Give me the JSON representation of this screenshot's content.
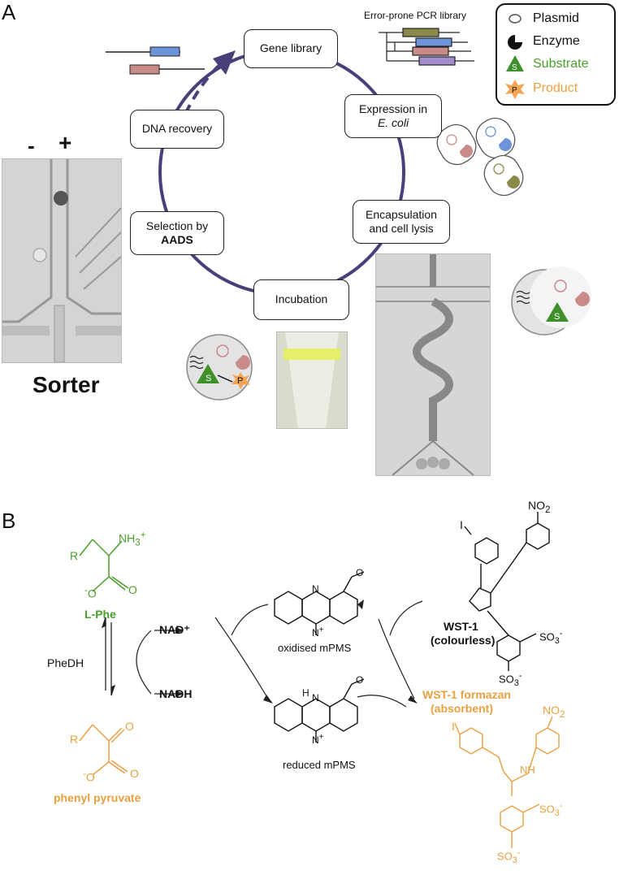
{
  "panelA": {
    "letter": "A",
    "boxes": {
      "gene_library": "Gene library",
      "expression_line1": "Expression in",
      "expression_line2": "E. coli",
      "dna_recovery": "DNA recovery",
      "encapsulation_line1": "Encapsulation",
      "encapsulation_line2": "and cell lysis",
      "selection_line1": "Selection by",
      "selection_line2": "AADS",
      "incubation": "Incubation"
    },
    "pcr_label": "Error-prone PCR library",
    "legend": {
      "plasmid": "Plasmid",
      "enzyme": "Enzyme",
      "substrate": "Substrate",
      "product": "Product",
      "s": "S",
      "p": "P"
    },
    "sorter": {
      "minus": "-",
      "plus": "+",
      "label": "Sorter"
    },
    "droplet_s": "S",
    "droplet_p": "P",
    "colors": {
      "cycle": "#4b3f7a",
      "substrate": "#4a9e2a",
      "product": "#e8a040"
    }
  },
  "panelB": {
    "letter": "B",
    "lphe": {
      "r": "R",
      "nh3": "NH",
      "nh3_sub": "3",
      "nh3_sup": "+",
      "o_minus": "O",
      "o": "O",
      "label": "L-Phe"
    },
    "pheDH": "PheDH",
    "phenylpyruvate": {
      "r": "R",
      "o": "O",
      "o_minus": "O",
      "o2": "O",
      "label": "phenyl pyruvate"
    },
    "nad_plus": "NAD⁺",
    "nadh": "NADH",
    "oxidised_label": "oxidised mPMS",
    "reduced_label": "reduced mPMS",
    "wst1_line1": "WST-1",
    "wst1_line2": "(colourless)",
    "formazan_line1": "WST-1 formazan",
    "formazan_line2": "(absorbent)",
    "atoms": {
      "n": "N",
      "nplus": "N",
      "h": "H",
      "i": "I",
      "no2": "NO",
      "no2_sub": "2",
      "so3": "SO",
      "so3_sub": "3",
      "nh": "NH",
      "minus": "-",
      "plus": "+"
    }
  }
}
